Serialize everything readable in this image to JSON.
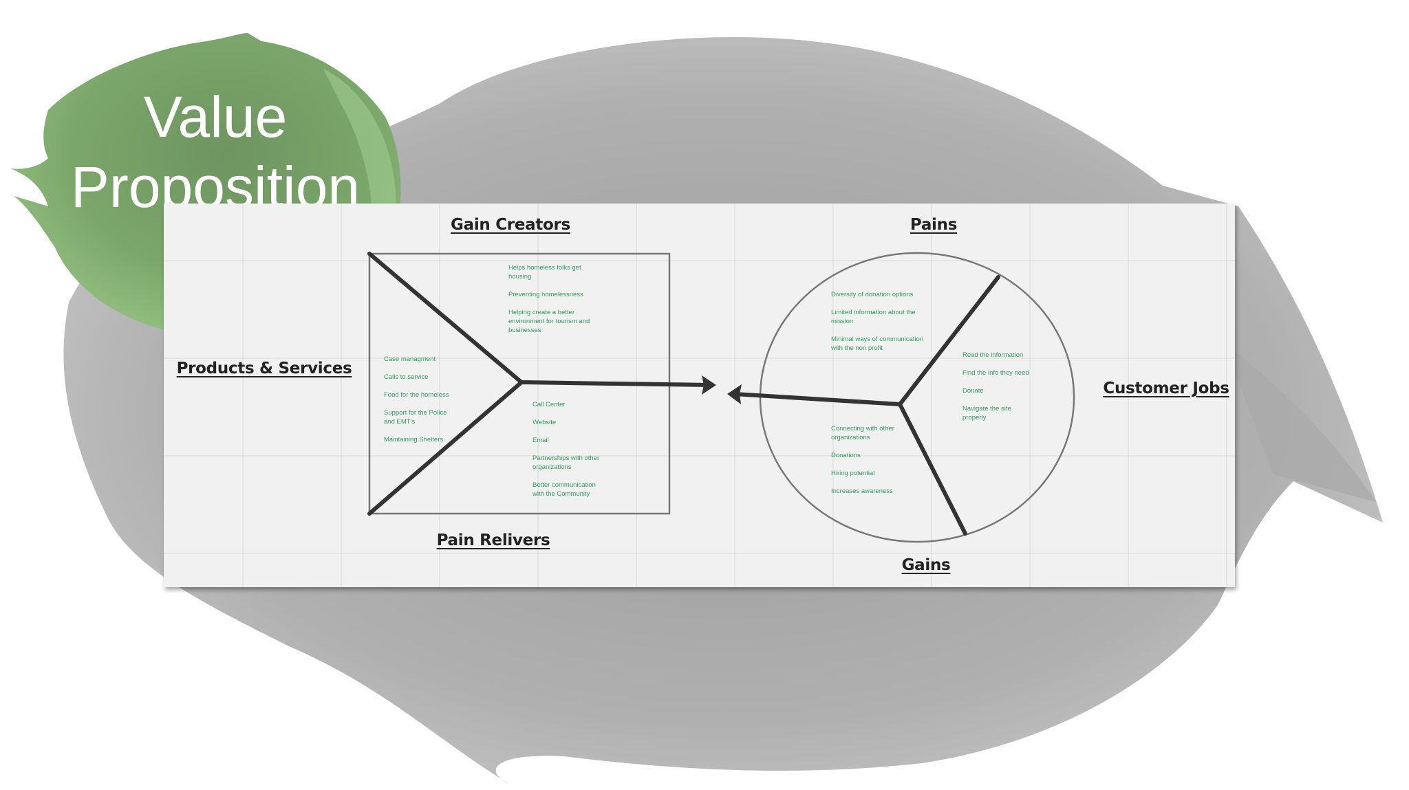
{
  "title": {
    "line1": "Value",
    "line2": "Proposition"
  },
  "colors": {
    "title_blob": "#7ba66a",
    "background_blob": "#b4b4b4",
    "panel": "#f1f1f1",
    "item_text": "#2e9c5c",
    "stroke": "#333333"
  },
  "value_map": {
    "gain_creators": {
      "heading": "Gain Creators",
      "items": [
        "Helps homeless folks get housing",
        "Preventing homelessness",
        "Helping create a better environment for tourism and businesses"
      ]
    },
    "products_services": {
      "heading": "Products & Services",
      "items": [
        "Case managment",
        "Calls to service",
        "Food for the homeless",
        "Support for the Police and EMT's",
        "Maintaining Shelters"
      ]
    },
    "pain_relievers": {
      "heading": "Pain Relivers",
      "items": [
        "Call Center",
        "Website",
        "Email",
        "Partnerships with other organizations",
        "Better communication with the Community"
      ]
    }
  },
  "customer_profile": {
    "pains": {
      "heading": "Pains",
      "items": [
        "Diversity of donation options",
        "Limited information about the mission",
        "Minimal ways of communication with the non profit"
      ]
    },
    "customer_jobs": {
      "heading": "Customer Jobs",
      "items": [
        "Read the information",
        "Find the info they need",
        "Donate",
        "Navigate the site properly"
      ]
    },
    "gains": {
      "heading": "Gains",
      "items": [
        "Connecting with other organizations",
        "Donations",
        "Hiring potential",
        "Increases awareness"
      ]
    }
  }
}
